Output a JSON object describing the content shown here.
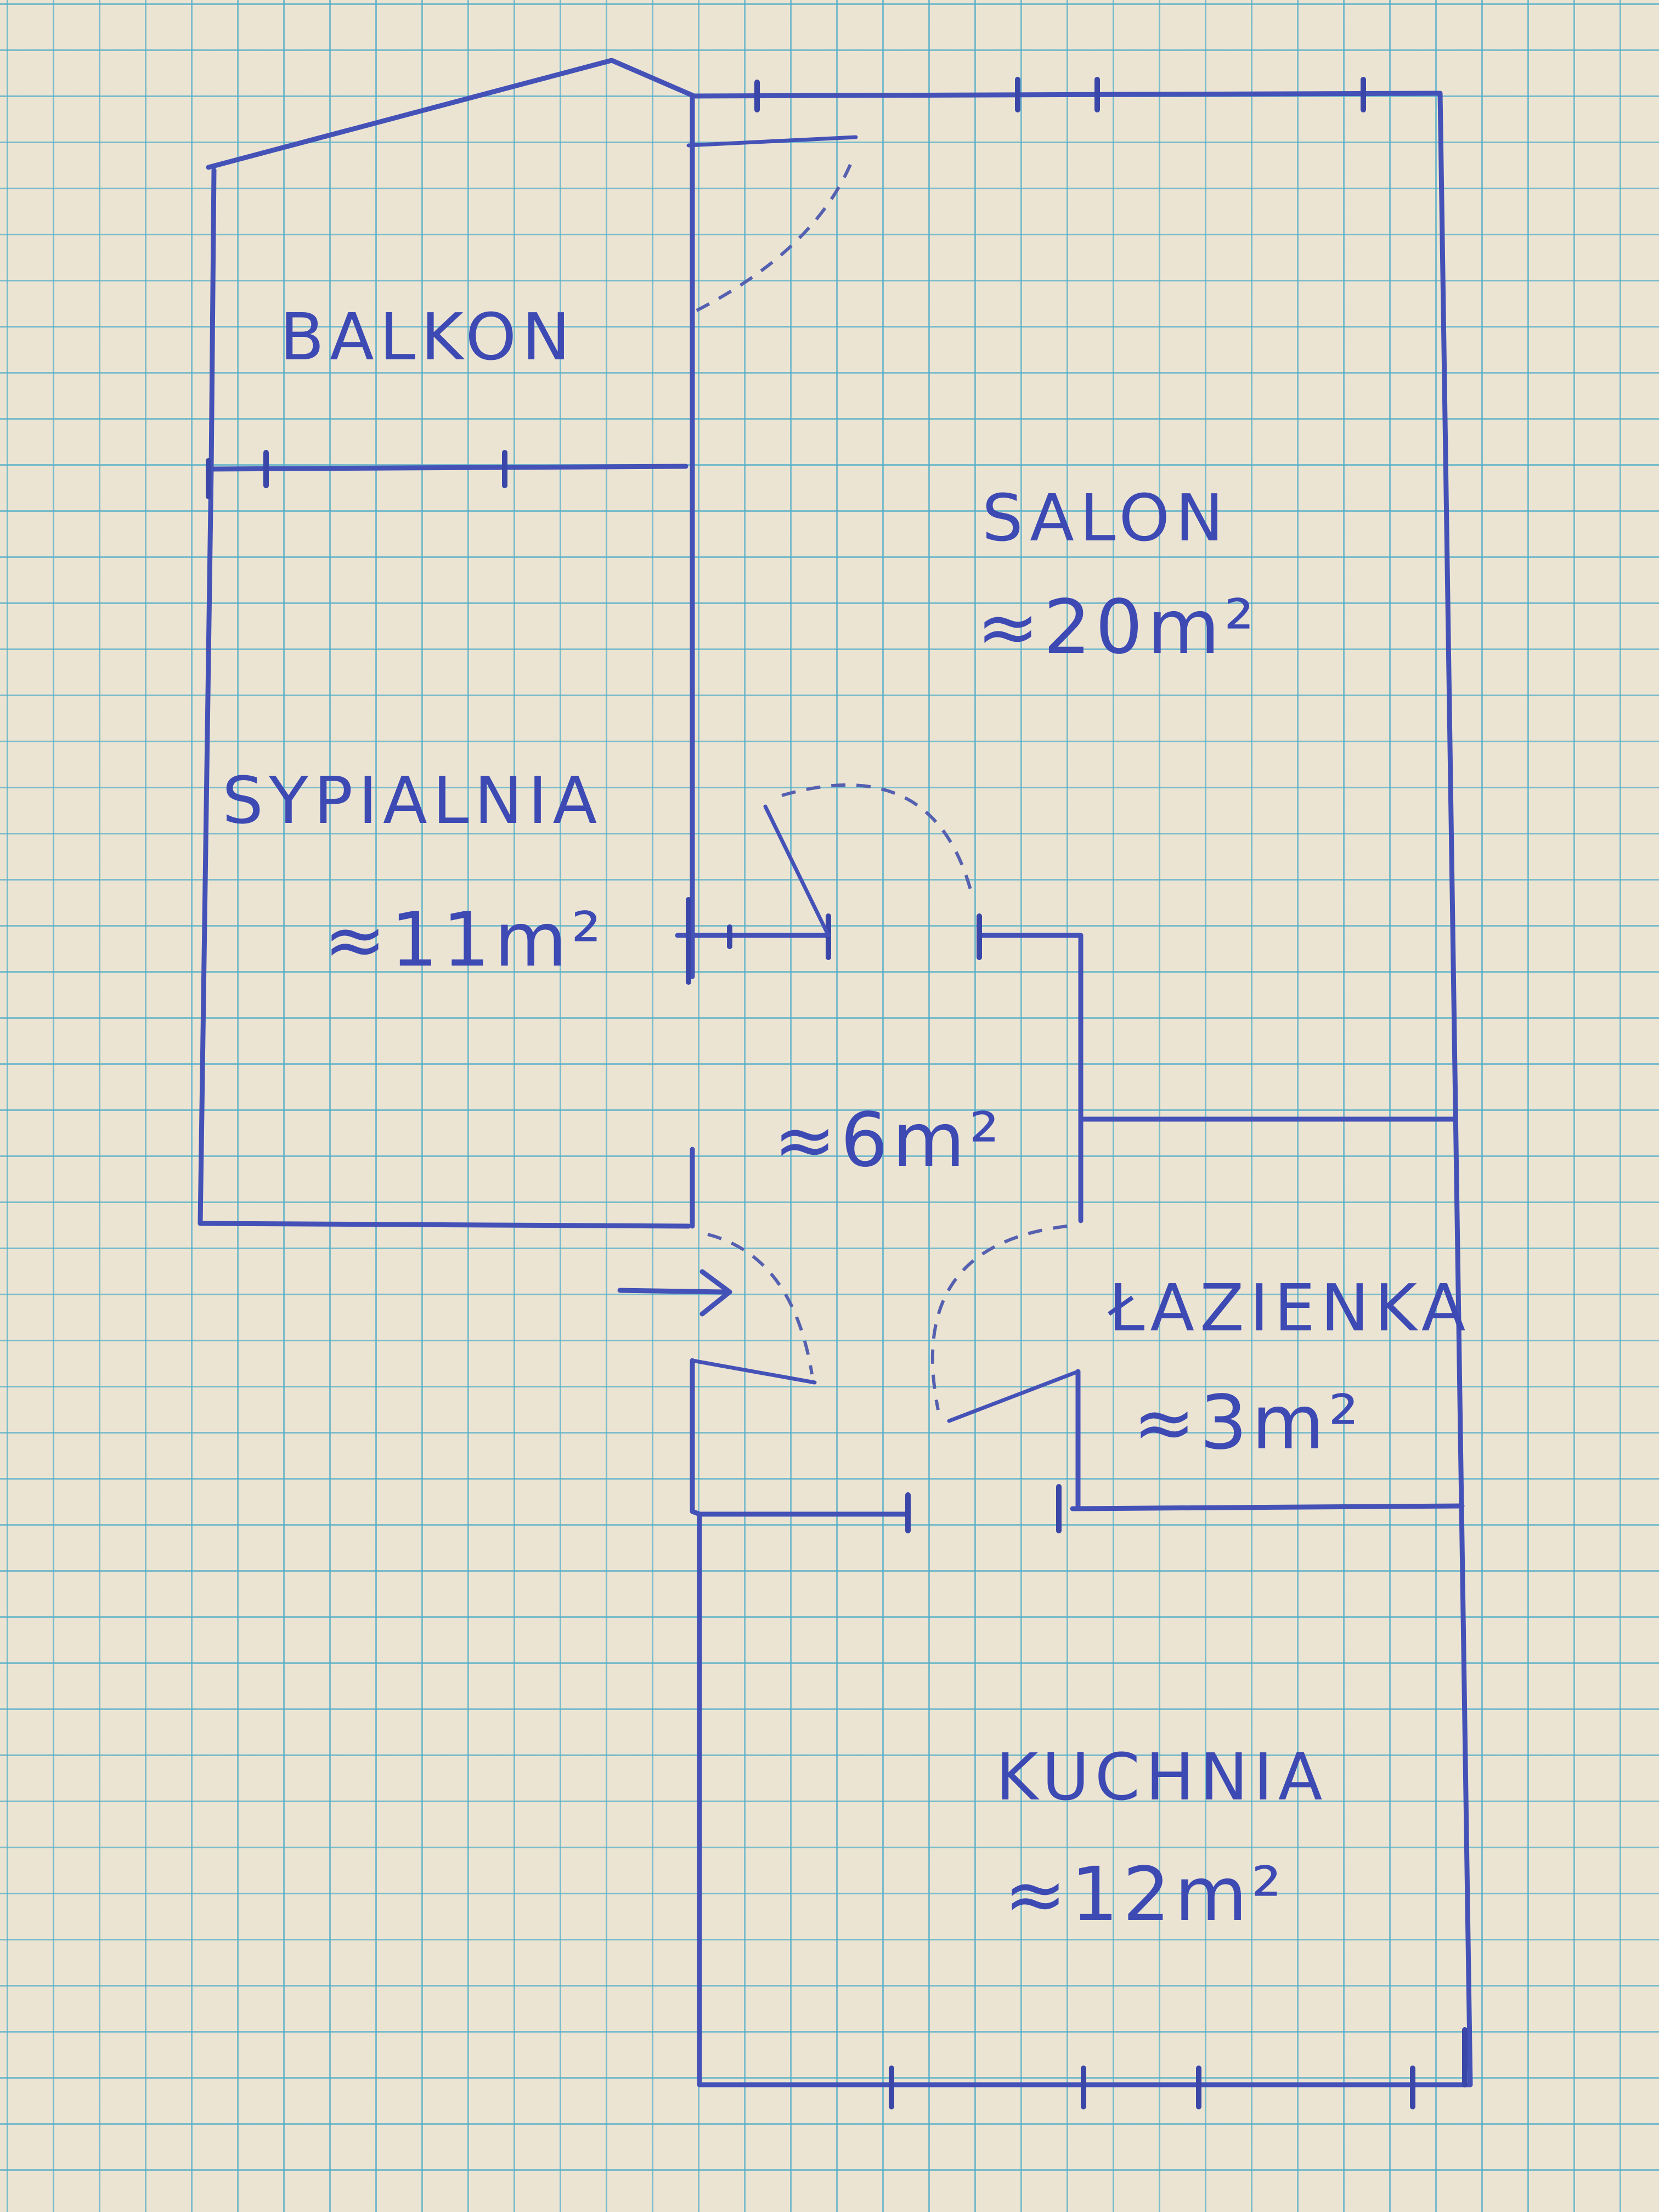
{
  "rooms": {
    "balkon": {
      "name": "BALKON"
    },
    "salon": {
      "name": "SALON",
      "area": "≈20m²"
    },
    "sypialnia": {
      "name": "SYPIALNIA",
      "area": "≈11m²"
    },
    "korytarz": {
      "area": "≈6m²"
    },
    "lazienka": {
      "name": "ŁAZIENKA",
      "area": "≈3m²"
    },
    "kuchnia": {
      "name": "KUCHNIA",
      "area": "≈12m²"
    }
  },
  "colors": {
    "ink": "#4452b8",
    "paper": "#ece4d2",
    "grid": "#55afc8"
  }
}
